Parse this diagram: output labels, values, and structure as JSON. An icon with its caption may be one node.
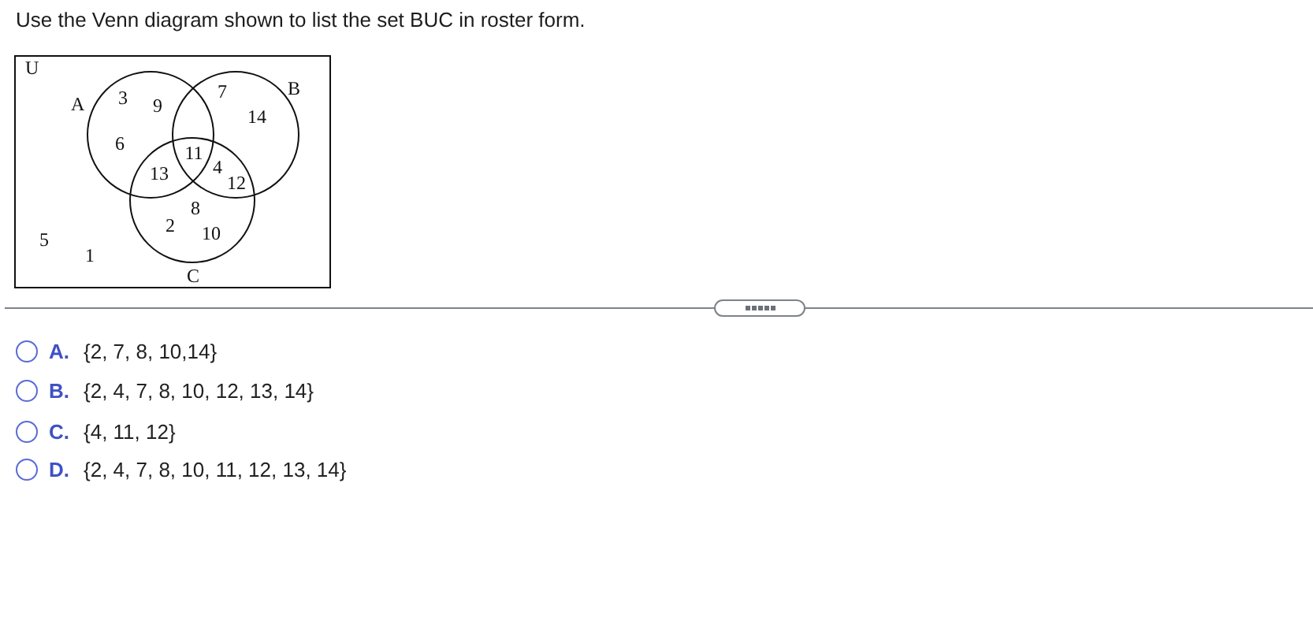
{
  "diagram": {
    "title": "Use the Venn diagram shown to list the set BUC in roster form.",
    "nodes": [
      {
        "text": [
          "U"
        ]
      },
      {
        "text": [
          "A"
        ],
        "in": 0
      },
      {
        "text": [
          "B"
        ],
        "in": 0
      },
      {
        "text": [
          "C"
        ],
        "in": 0
      }
    ],
    "labels": [
      "7",
      "3",
      "9",
      "14",
      "6",
      "11",
      "4",
      "13",
      "12",
      "8",
      "2",
      "10",
      "5",
      "1",
      "A.",
      "{2, 7, 8, 10,14}",
      "B.",
      "{2, 4, 7, 8, 10, 12, 13, 14}",
      "C.",
      "{4, 11, 12}",
      "D.",
      "{2, 4, 7, 8, 10, 11, 12, 13, 14}"
    ]
  }
}
